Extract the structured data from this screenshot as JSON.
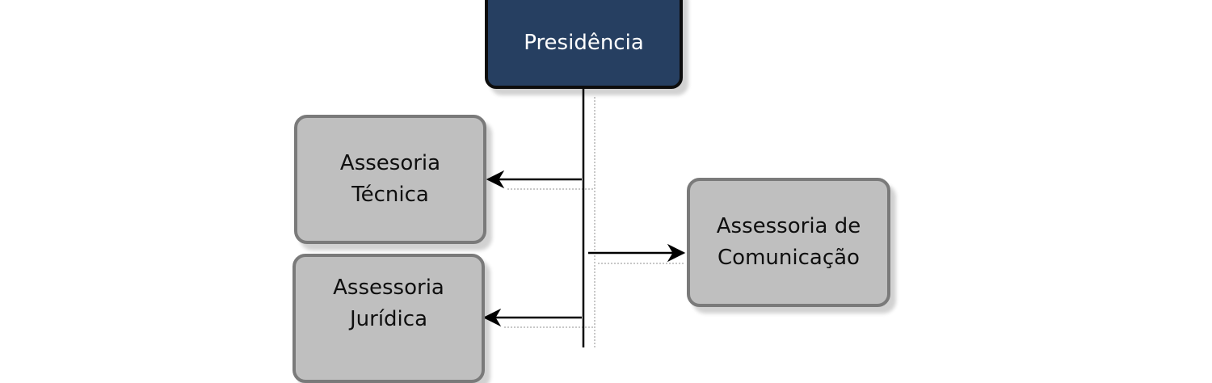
{
  "diagram": {
    "root": {
      "label": "Presidência"
    },
    "nodes": [
      {
        "id": "assessoria-tecnica",
        "label": "Assesoria\nTécnica",
        "side": "left"
      },
      {
        "id": "assessoria-comunicacao",
        "label": "Assessoria de\nComunicação",
        "side": "right"
      },
      {
        "id": "assessoria-juridica",
        "label": "Assessoria\nJurídica",
        "side": "left"
      }
    ]
  },
  "colors": {
    "root_fill": "#263f61",
    "root_border": "#0d0d0d",
    "node_fill": "#bfbfbf",
    "node_border": "#7a7a7a",
    "connector": "#000000"
  }
}
